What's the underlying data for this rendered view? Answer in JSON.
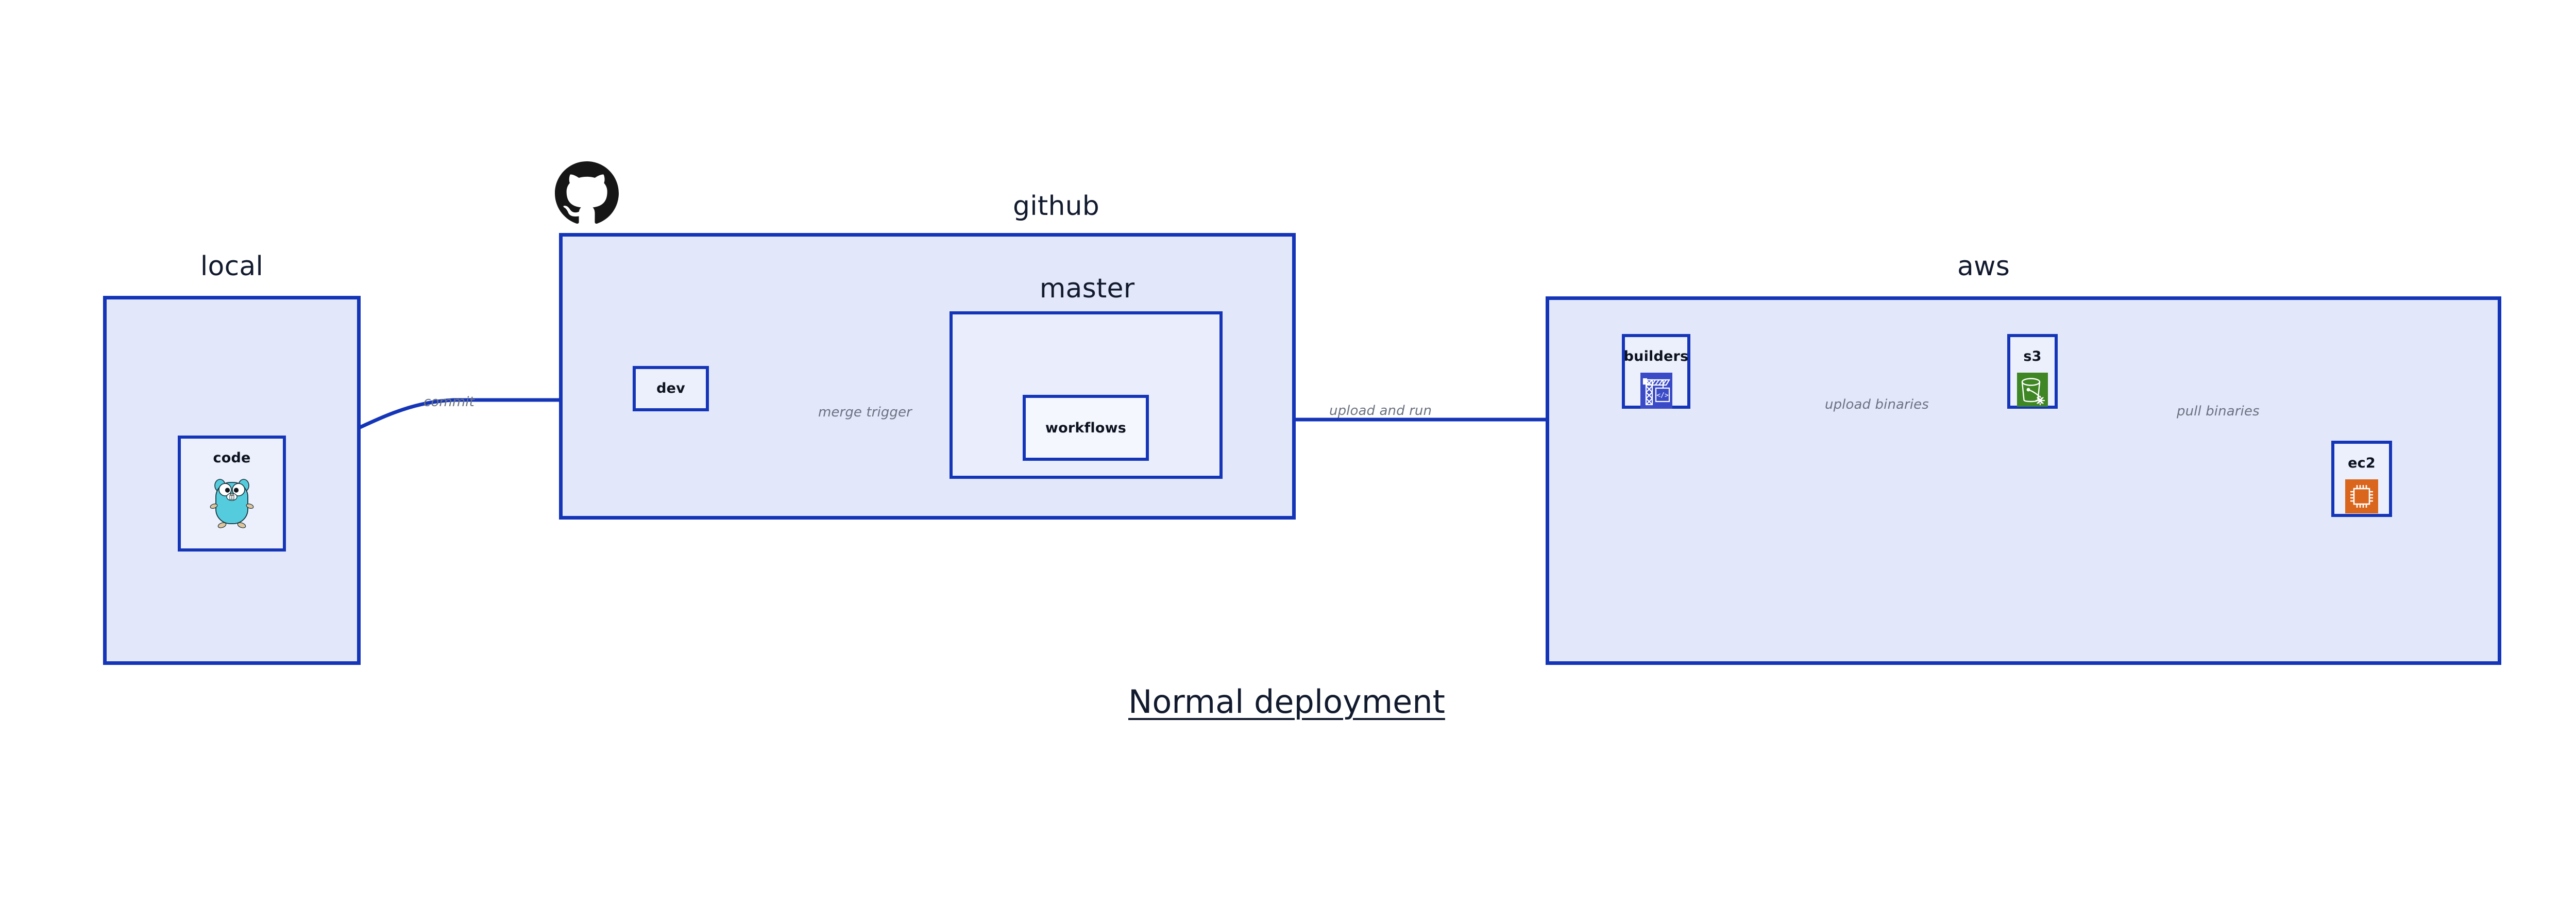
{
  "diagram": {
    "title": "Normal deployment",
    "background": "#ffffff",
    "accent_border": "#1435b8",
    "group_fill": "#e2e7fa",
    "subgroup_fill": "#e9edfc",
    "node_fill": "#ecf0fc",
    "edge_label_color": "#6b7280",
    "text_color": "#121a2e"
  },
  "groups": {
    "local": {
      "label": "local",
      "nodes": {
        "code": {
          "label": "code",
          "icon": "go-gopher-icon"
        }
      }
    },
    "github": {
      "label": "github",
      "logo": "github-octocat-icon",
      "nodes": {
        "dev": {
          "label": "dev"
        }
      },
      "subgroups": {
        "master": {
          "label": "master",
          "nodes": {
            "workflows": {
              "label": "workflows"
            }
          }
        }
      }
    },
    "aws": {
      "label": "aws",
      "nodes": {
        "builders": {
          "label": "builders",
          "icon": "aws-builders-crane-icon",
          "icon_color": "#3b4bc7"
        },
        "s3": {
          "label": "s3",
          "icon": "aws-s3-bucket-icon",
          "icon_color": "#3f8624"
        },
        "ec2": {
          "label": "ec2",
          "icon": "aws-ec2-chip-icon",
          "icon_color": "#d9661c"
        }
      }
    }
  },
  "edges": [
    {
      "id": "commit",
      "label": "commit",
      "from": "code",
      "to": "dev"
    },
    {
      "id": "merge-trigger",
      "label": "merge trigger",
      "from": "dev",
      "to": "workflows"
    },
    {
      "id": "upload-and-run",
      "label": "upload and run",
      "from": "workflows",
      "to": "builders"
    },
    {
      "id": "upload-binaries",
      "label": "upload binaries",
      "from": "builders",
      "to": "s3"
    },
    {
      "id": "pull-binaries",
      "label": "pull binaries",
      "from": "s3",
      "to": "ec2"
    }
  ]
}
